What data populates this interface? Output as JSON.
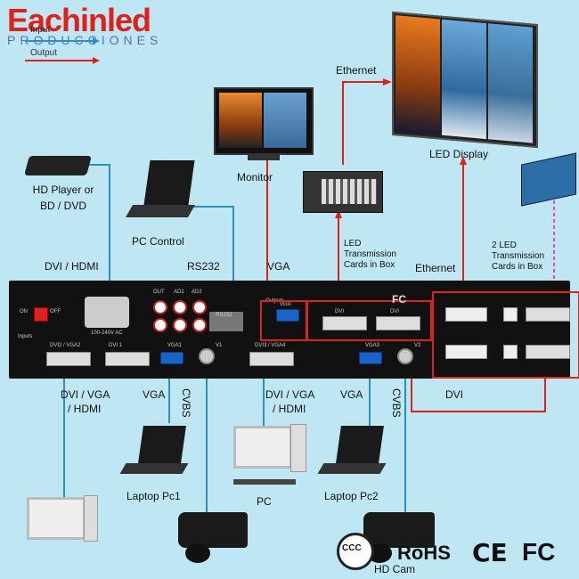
{
  "brand": {
    "name": "Eachinled",
    "sub": "PRODUCCIONES"
  },
  "legend": {
    "input": "Input",
    "output": "Output"
  },
  "labels": {
    "ethernet_top": "Ethernet",
    "led_display": "LED Display",
    "monitor": "Monitor",
    "hd_player": "HD Player or",
    "hd_player2": "BD / DVD",
    "pc_control": "PC Control",
    "dvi_hdmi": "DVI / HDMI",
    "rs232": "RS232",
    "vga_top": "VGA",
    "led_trans1": "LED",
    "led_trans2": "Transmission",
    "led_trans3": "Cards in Box",
    "ethernet_mid": "Ethernet",
    "led2_1": "2 LED",
    "led2_2": "Transmission",
    "led2_3": "Cards in Box",
    "dvi_right": "DVI",
    "in1_1": "DVI / VGA",
    "in1_2": "/ HDMI",
    "vga_in1": "VGA",
    "cvbs1": "CVBS",
    "in2_1": "DVI / VGA",
    "in2_2": "/ HDMI",
    "vga_in2": "VGA",
    "cvbs2": "CVBS",
    "laptop1": "Laptop Pc1",
    "pc": "PC",
    "laptop2": "Laptop Pc2",
    "hd_cam": "HD Cam"
  },
  "panel": {
    "on": "ON",
    "off": "OFF",
    "ac": "100-240V AC",
    "out": "OUT",
    "ad1": "AD1",
    "ad2": "AD2",
    "rs232": "RS232",
    "outputs": "Outputs",
    "vga": "VGA",
    "dvi1": "DVI",
    "dvi2": "DVI",
    "inputs": "Inputs",
    "dvi2vga2": "DVI2 / VGA2",
    "dvi1l": "DVI 1",
    "vga1": "VGA1",
    "v1": "V1",
    "dvi3vga4": "DVI3 / VGA4",
    "vga3": "VGA3",
    "v2": "V2",
    "fc": "FC"
  },
  "certs": {
    "ccc": "CCC",
    "rohs": "RoHS",
    "ce": "CE",
    "fc": "FC"
  },
  "colors": {
    "background": "#bfe6f3",
    "output_line": "#e0201a",
    "input_line": "#2a8fc4",
    "brand_red": "#e0201a"
  }
}
